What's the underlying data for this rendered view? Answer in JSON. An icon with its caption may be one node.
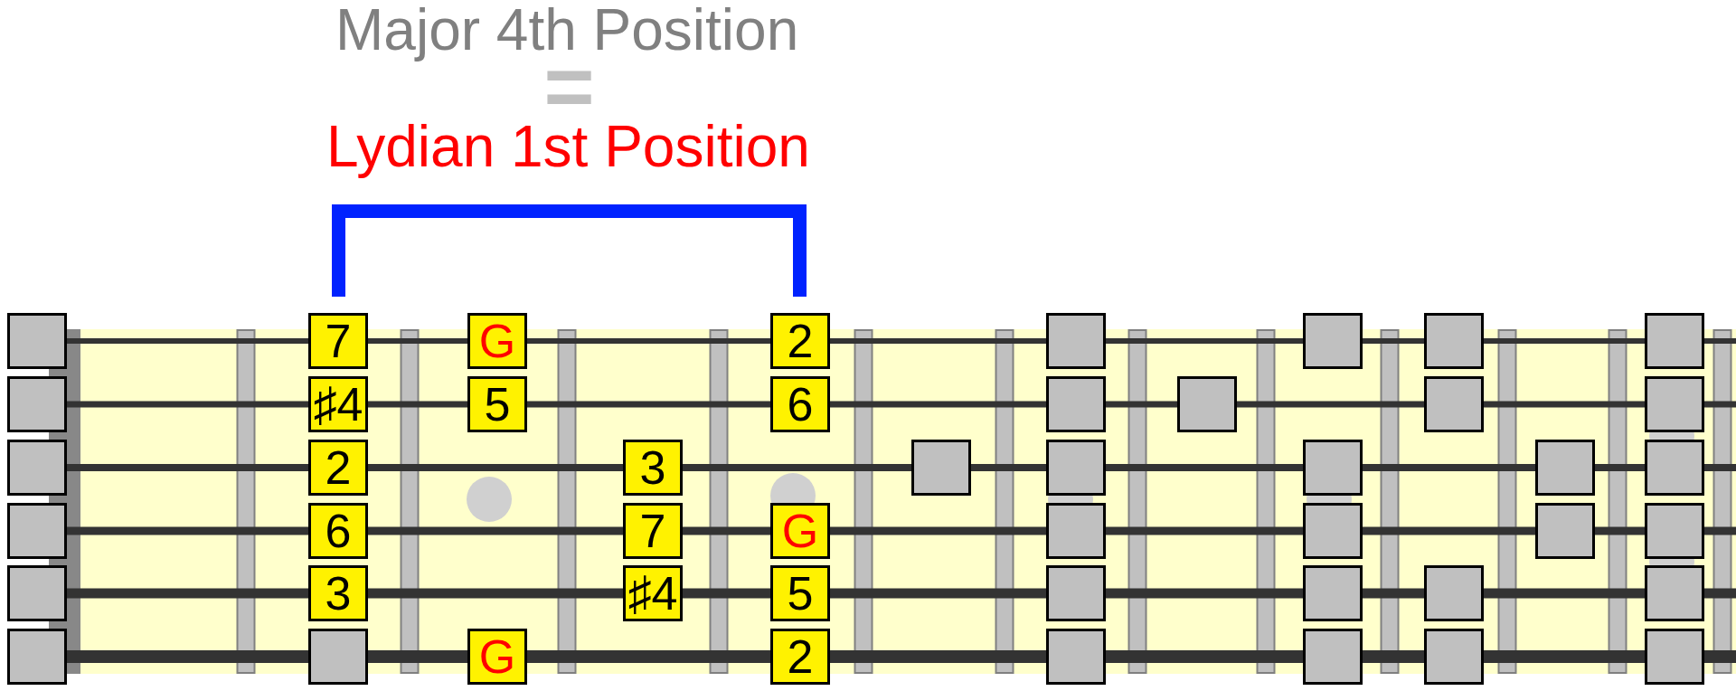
{
  "diagram": {
    "title": "Major 4th Position",
    "nodes": [
      {
        "text": [],
        "shape": "box"
      },
      {
        "text": [
          "7"
        ]
      },
      {
        "text": [
          "G"
        ]
      },
      {
        "text": [
          "2"
        ]
      },
      {
        "text": [],
        "shape": "box"
      },
      {
        "text": [],
        "shape": "box"
      },
      {
        "text": [],
        "shape": "box"
      },
      {
        "text": [],
        "shape": "box"
      },
      {
        "text": [],
        "shape": "box"
      },
      {
        "text": [
          "♯4"
        ]
      },
      {
        "text": [
          "5"
        ]
      },
      {
        "text": [
          "6"
        ]
      },
      {
        "text": [],
        "shape": "box"
      },
      {
        "text": [],
        "shape": "box"
      },
      {
        "text": [],
        "shape": "box"
      },
      {
        "text": [],
        "shape": "box"
      },
      {
        "text": [],
        "shape": "box"
      },
      {
        "text": [
          "2"
        ]
      },
      {
        "text": [
          "3"
        ]
      },
      {
        "text": [],
        "shape": "box"
      },
      {
        "text": [],
        "shape": "box"
      },
      {
        "text": [],
        "shape": "box"
      },
      {
        "text": [],
        "shape": "box"
      },
      {
        "text": [],
        "shape": "box"
      },
      {
        "text": [],
        "shape": "box"
      },
      {
        "text": [
          "6"
        ]
      },
      {
        "text": [
          "7"
        ]
      },
      {
        "text": [
          "G"
        ]
      },
      {
        "text": [],
        "shape": "box"
      },
      {
        "text": [],
        "shape": "box"
      },
      {
        "text": [],
        "shape": "box"
      },
      {
        "text": [],
        "shape": "box"
      },
      {
        "text": [],
        "shape": "box"
      },
      {
        "text": [
          "3"
        ]
      },
      {
        "text": [
          "♯4"
        ]
      },
      {
        "text": [
          "5"
        ]
      },
      {
        "text": [],
        "shape": "box"
      },
      {
        "text": [],
        "shape": "box"
      },
      {
        "text": [],
        "shape": "box"
      },
      {
        "text": [],
        "shape": "box"
      },
      {
        "text": [],
        "shape": "box"
      },
      {
        "text": [],
        "shape": "box"
      },
      {
        "text": [
          "G"
        ]
      },
      {
        "text": [
          "2"
        ]
      },
      {
        "text": [],
        "shape": "box"
      },
      {
        "text": [],
        "shape": "box"
      },
      {
        "text": [],
        "shape": "box"
      },
      {
        "text": [],
        "shape": "box"
      }
    ],
    "labels": [
      "=",
      "Lydian 1st Position"
    ]
  }
}
